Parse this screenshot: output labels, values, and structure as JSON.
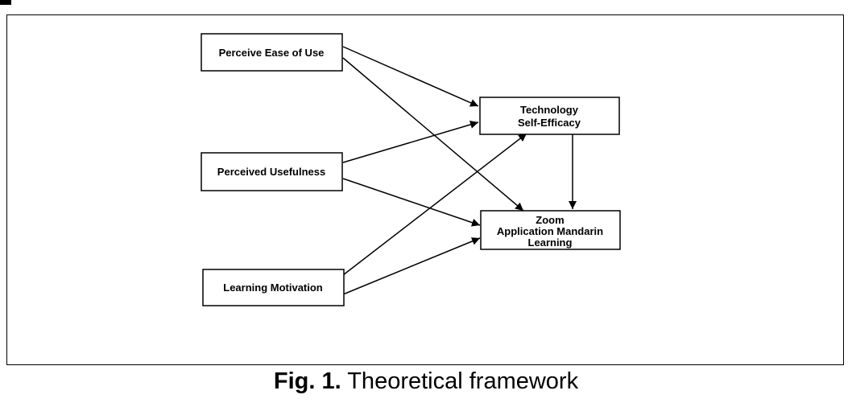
{
  "nodes": {
    "ease_of_use": "Perceive Ease of Use",
    "usefulness": "Perceived Usefulness",
    "motivation": "Learning Motivation",
    "self_efficacy": [
      "Technology",
      "Self-Efficacy"
    ],
    "zoom_learning": [
      "Zoom",
      "Application Mandarin",
      "Learning"
    ]
  },
  "caption": {
    "label": "Fig. 1.",
    "text": " Theoretical framework"
  }
}
